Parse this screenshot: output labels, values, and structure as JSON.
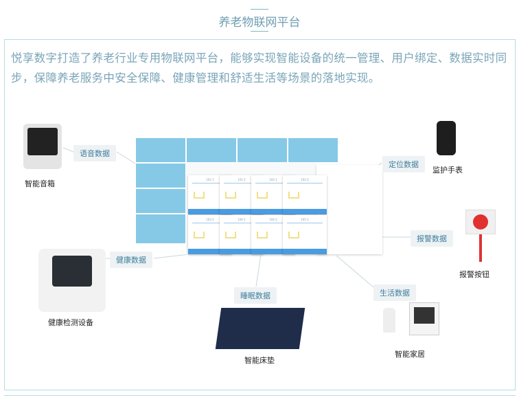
{
  "header": {
    "title": "养老物联网平台"
  },
  "intro": "悦享数字打造了养老行业专用物联网平台，能够实现智能设备的统一管理、用户绑定、数据实时同步，保障养老服务中安全保障、健康管理和舒适生活等场景的落地实现。",
  "tags": {
    "voice": "语音数据",
    "location": "定位数据",
    "alarm": "报警数据",
    "health": "健康数据",
    "sleep": "睡眠数据",
    "life": "生活数据"
  },
  "devices": {
    "speaker": "智能音箱",
    "watch": "监护手表",
    "button": "报警按钮",
    "health": "健康检测设备",
    "mattress": "智能床垫",
    "home": "智能家居"
  },
  "dashboard": {
    "rooms": [
      "101-1",
      "101-2",
      "102-1",
      "102-2",
      "103-2",
      "104-1",
      "104-2",
      "105-1"
    ]
  },
  "colors": {
    "accent": "#6f9fb2",
    "tile": "#86c9e6",
    "border": "#b5dbe3"
  }
}
